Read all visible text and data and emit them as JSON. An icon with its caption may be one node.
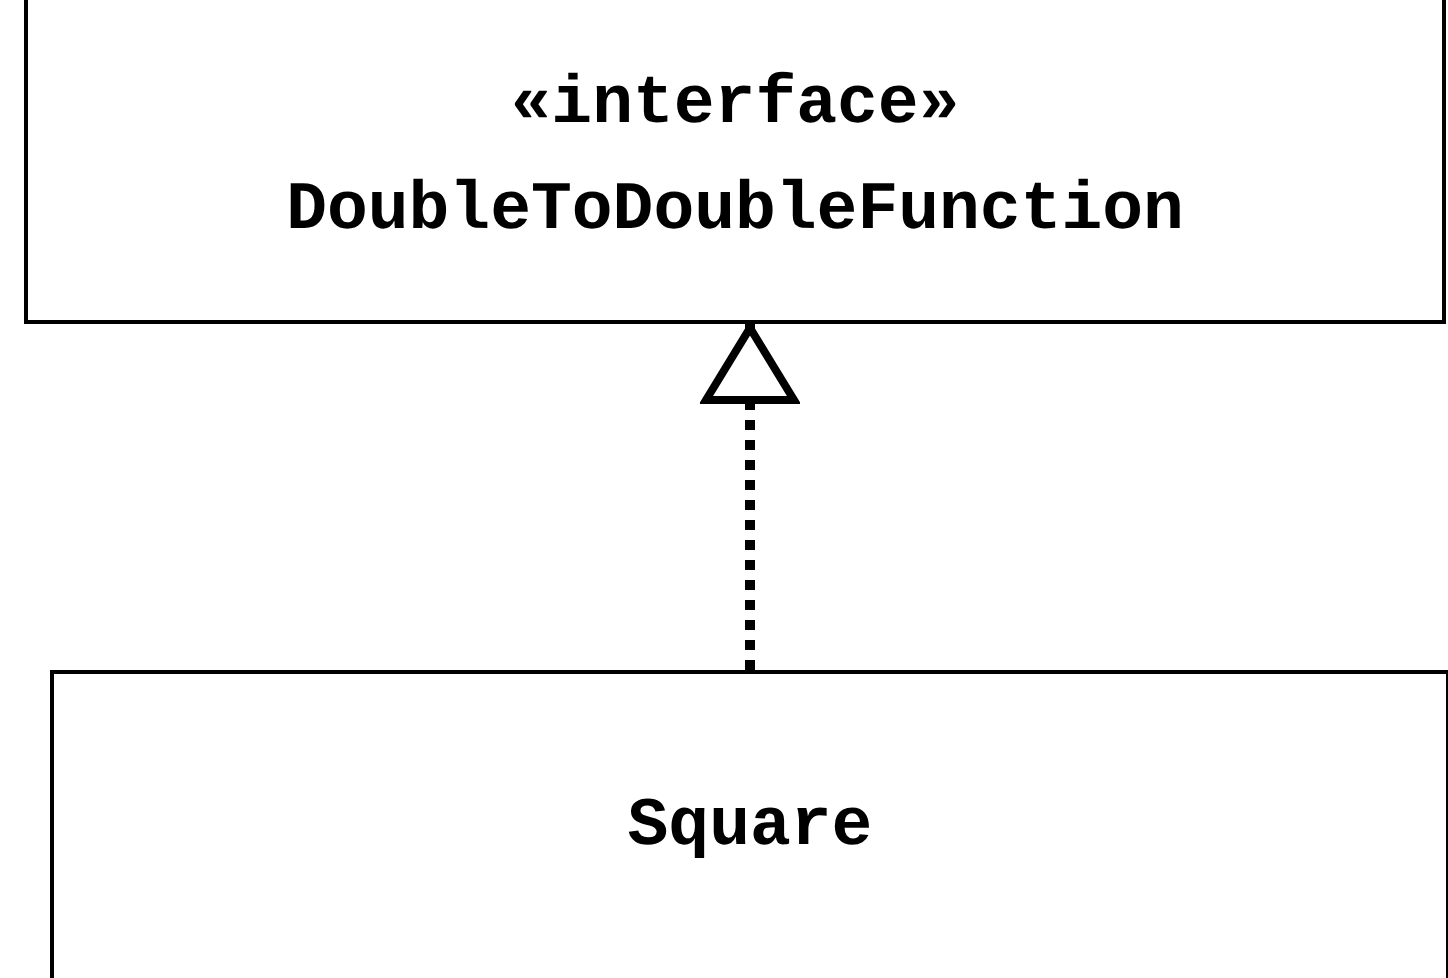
{
  "diagram": {
    "nodes": [
      {
        "text": [
          "«interface»",
          "DoubleToDoubleFunction"
        ]
      },
      {
        "text": [
          "Square"
        ]
      }
    ],
    "edges": [
      {
        "from": 1,
        "to": 0,
        "arrow": "to",
        "style": "dashed"
      }
    ]
  }
}
